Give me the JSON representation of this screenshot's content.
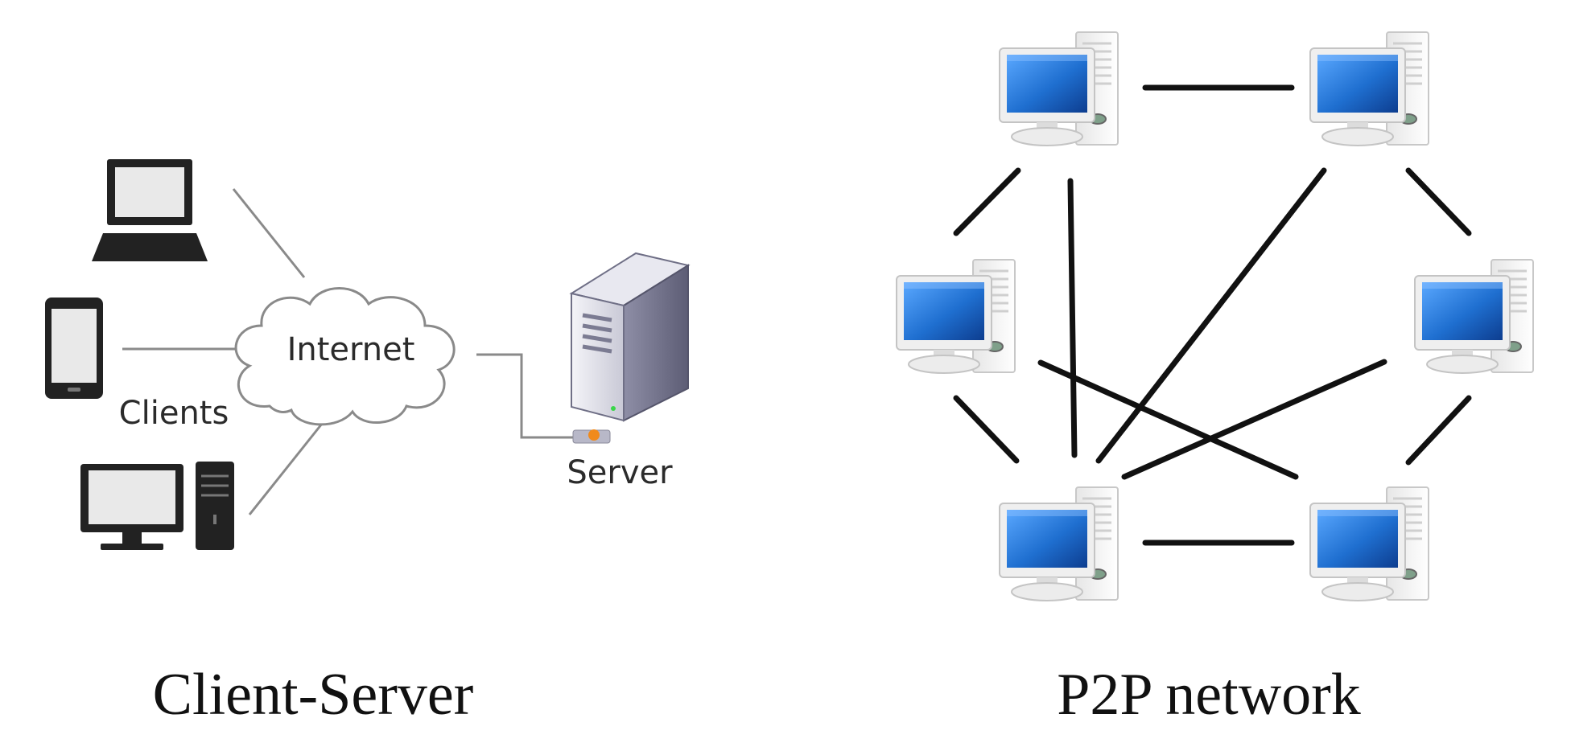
{
  "client_server": {
    "title": "Client-Server",
    "internet_label": "Internet",
    "clients_label": "Clients",
    "server_label": "Server"
  },
  "p2p": {
    "title": "P2P network",
    "peer_count": 6,
    "links": [
      [
        "top-left",
        "top-right"
      ],
      [
        "top-left",
        "middle-left"
      ],
      [
        "top-left",
        "bottom-left"
      ],
      [
        "top-right",
        "middle-right"
      ],
      [
        "top-right",
        "bottom-left"
      ],
      [
        "middle-left",
        "bottom-left"
      ],
      [
        "middle-left",
        "bottom-right"
      ],
      [
        "middle-right",
        "bottom-left"
      ],
      [
        "middle-right",
        "bottom-right"
      ],
      [
        "bottom-left",
        "bottom-right"
      ]
    ]
  },
  "colors": {
    "screen_blue": "#1f6fd0",
    "line_gray": "#8a8a8a",
    "line_black": "#111111",
    "server_led": "#f08a1c"
  },
  "icons": [
    "laptop-icon",
    "tablet-icon",
    "desktop-icon",
    "cloud-icon",
    "server-icon",
    "peer-computer-icon"
  ]
}
